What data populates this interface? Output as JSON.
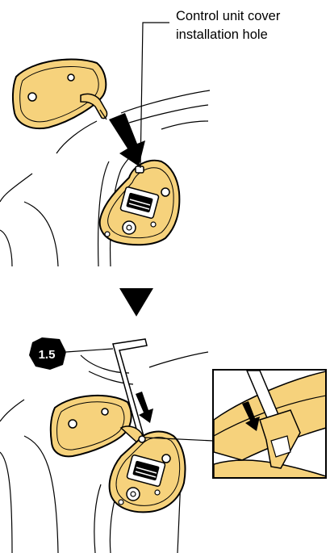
{
  "callout": {
    "line1": "Control unit cover",
    "line2": "installation hole"
  },
  "badge": {
    "text": "1.5"
  },
  "colors": {
    "part_fill": "#f6d27c",
    "line": "#000000",
    "arrow": "#000000",
    "background": "#ffffff"
  },
  "icons": {
    "step_arrow": "down-triangle",
    "action_arrow": "down-arrow",
    "tool": "hex-key"
  }
}
